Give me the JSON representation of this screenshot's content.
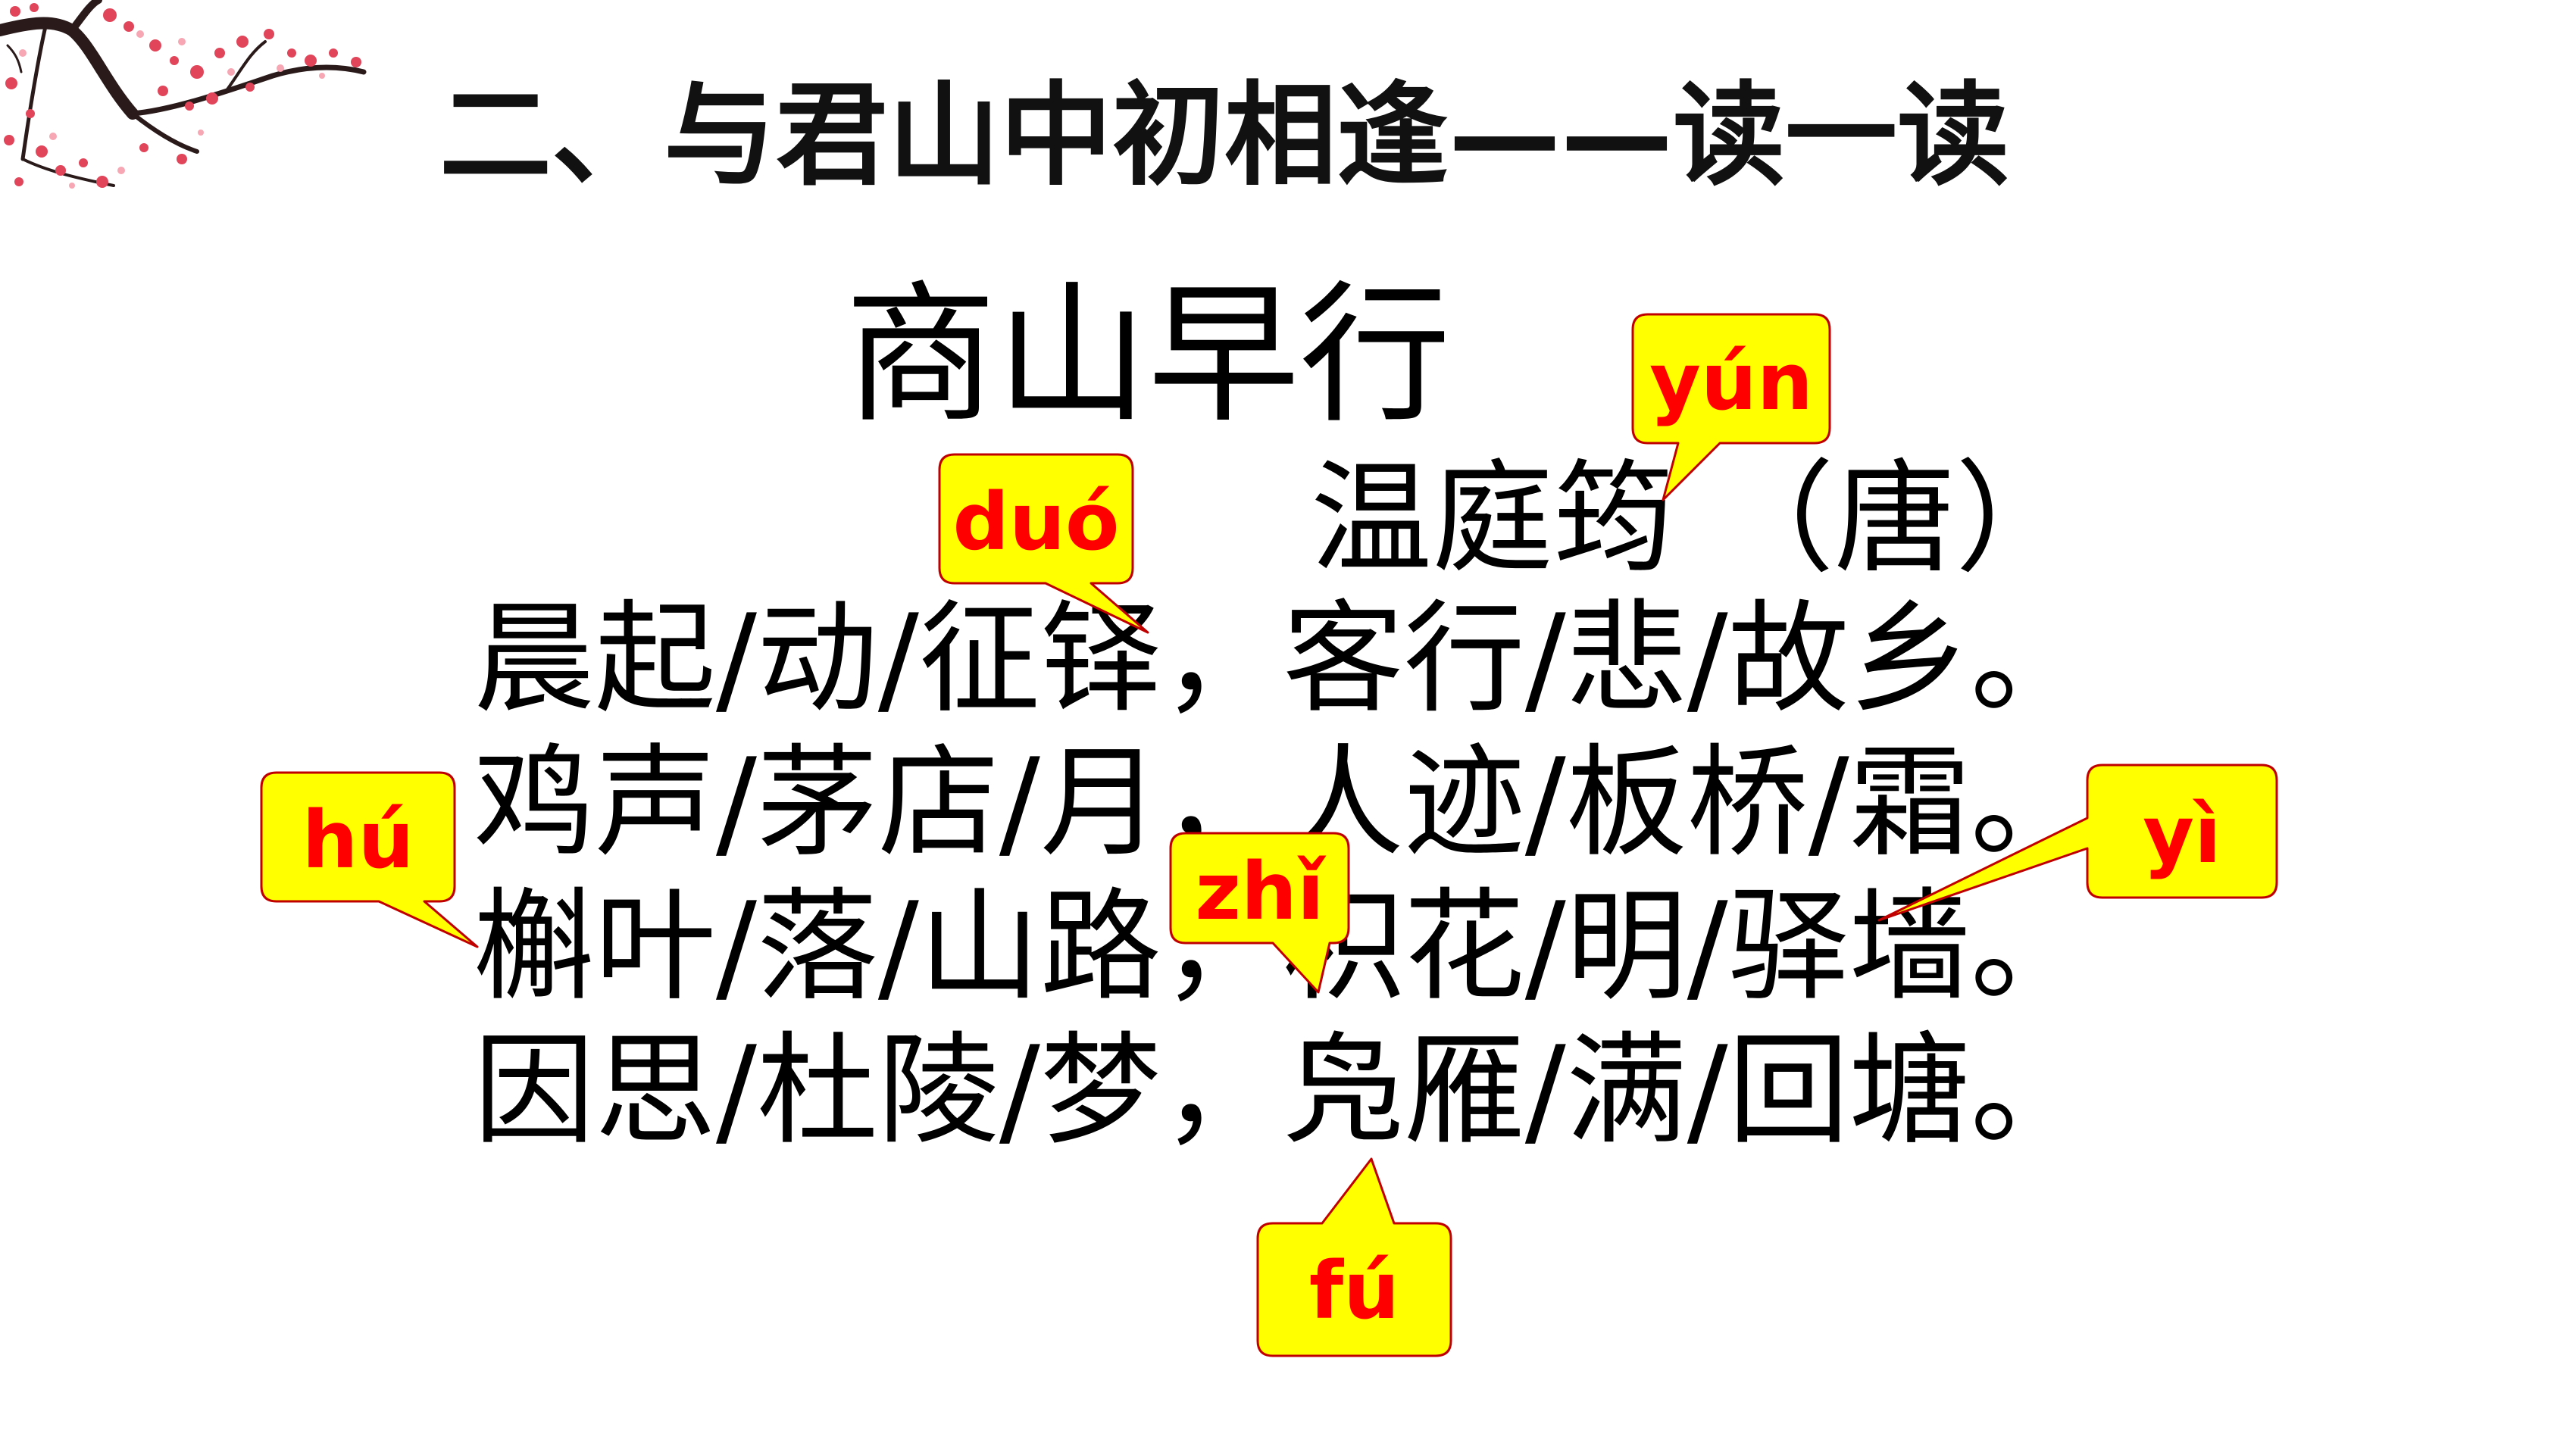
{
  "slide": {
    "heading": "二、与君山中初相逢——读一读",
    "poem": {
      "title": "商山早行",
      "author": "温庭筠 （唐）",
      "lines": [
        "晨起/动/征铎，客行/悲/故乡。",
        "鸡声/茅店/月，人迹/板桥/霜。",
        "槲叶/落/山路，枳花/明/驿墙。",
        "因思/杜陵/梦，凫雁/满/回塘。"
      ]
    },
    "annotations": [
      {
        "pinyin": "yún",
        "character": "筠"
      },
      {
        "pinyin": "duó",
        "character": "铎"
      },
      {
        "pinyin": "hú",
        "character": "槲"
      },
      {
        "pinyin": "zhǐ",
        "character": "枳"
      },
      {
        "pinyin": "yì",
        "character": "驿"
      },
      {
        "pinyin": "fú",
        "character": "凫"
      }
    ]
  },
  "colors": {
    "callout_fill": "#ffff00",
    "callout_border": "#c00000",
    "pinyin_text": "#ff0000",
    "text": "#000000",
    "blossom": "#e0455a",
    "branch": "#2a1a1a"
  },
  "icons": {
    "corner_decoration": "plum-blossom-branch-icon"
  }
}
